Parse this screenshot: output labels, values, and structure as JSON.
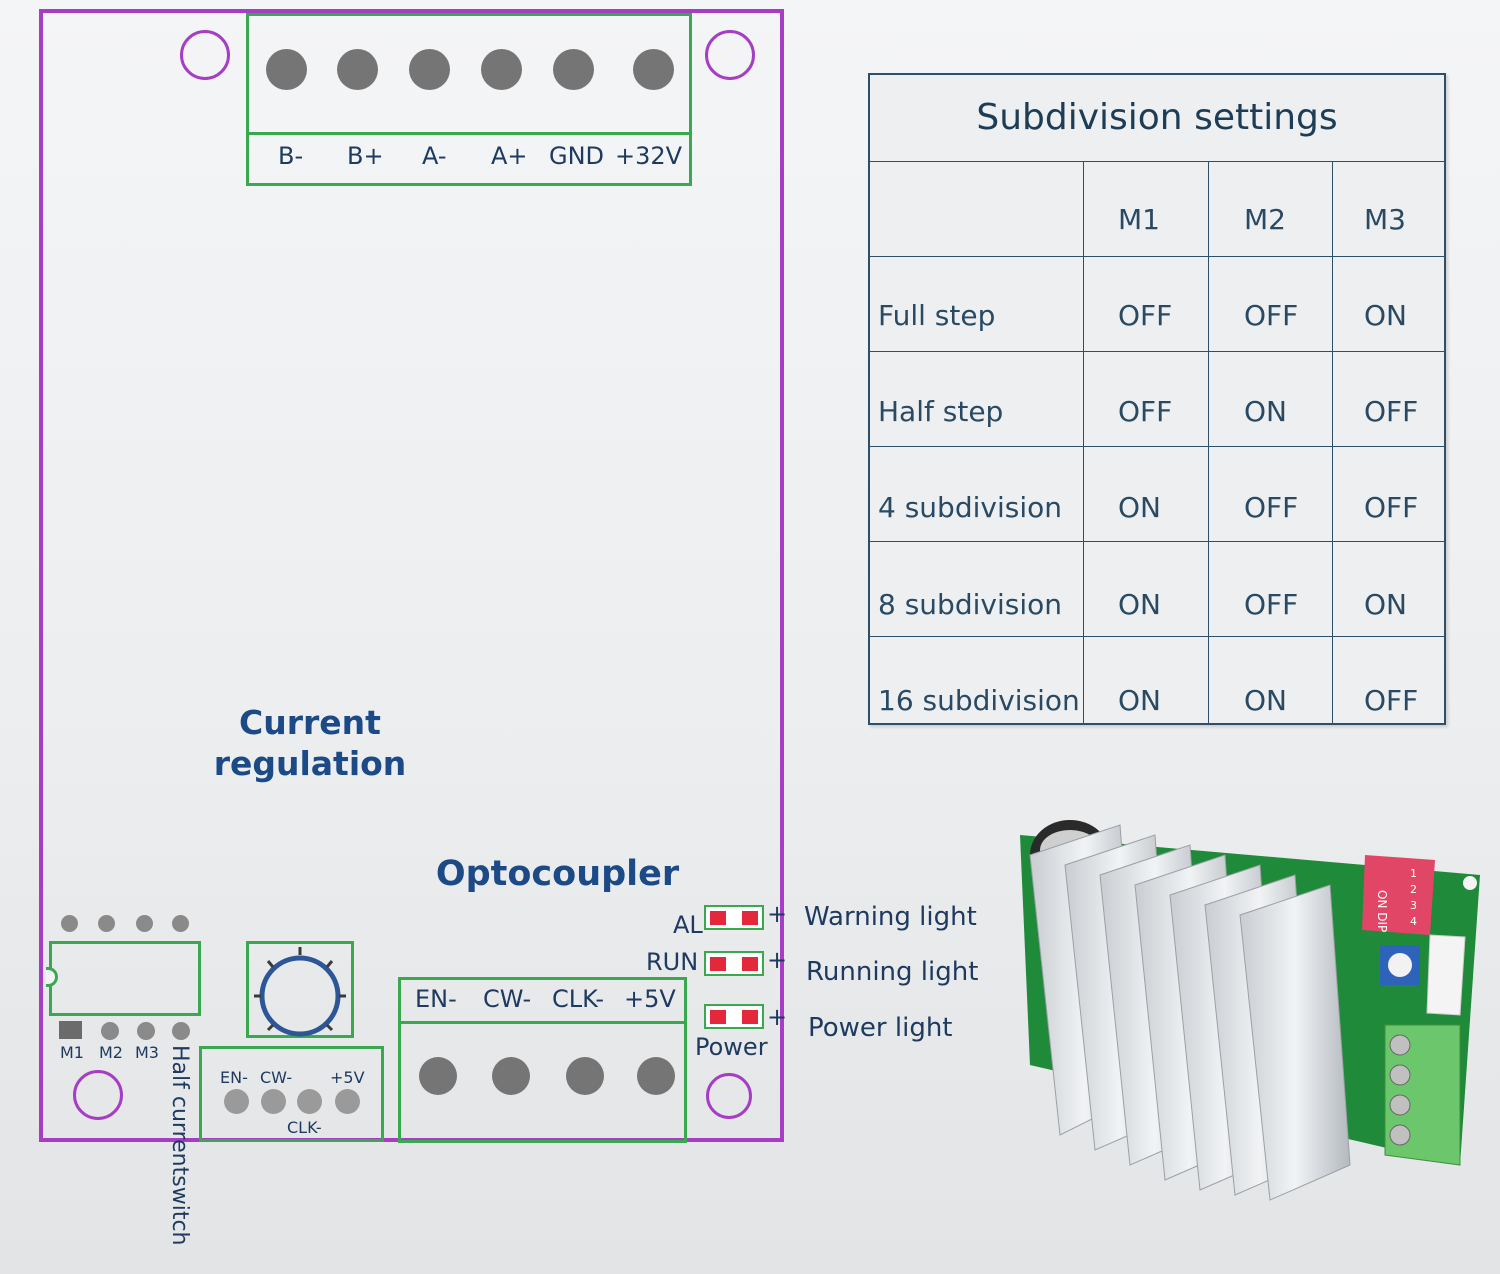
{
  "connector_top": {
    "labels": [
      "B-",
      "B+",
      "A-",
      "A+",
      "GND",
      "+32V"
    ]
  },
  "current_regulation": {
    "line1": "Current",
    "line2": "regulation"
  },
  "optocoupler": "Optocoupler",
  "dip": {
    "labels": [
      "M1",
      "M2",
      "M3"
    ],
    "half_current_1": "Half current",
    "half_current_2": "switch"
  },
  "small_connector": {
    "label_en": "EN-",
    "label_cw": "CW-",
    "label_5v": "+5V",
    "label_clk": "CLK-"
  },
  "signal_connector": {
    "labels": [
      "EN-",
      "CW-",
      "CLK-",
      "+5V"
    ]
  },
  "leds": [
    {
      "name": "AL",
      "plus": "+",
      "desc": "Warning light"
    },
    {
      "name": "RUN",
      "plus": "+",
      "desc": "Running light"
    },
    {
      "name": "Power",
      "plus": "+",
      "desc": "Power light"
    }
  ],
  "table": {
    "title": "Subdivision settings",
    "headers": [
      "",
      "M1",
      "M2",
      "M3"
    ],
    "rows": [
      {
        "label": "Full step",
        "m1": "OFF",
        "m2": "OFF",
        "m3": "ON"
      },
      {
        "label": "Half step",
        "m1": "OFF",
        "m2": "ON",
        "m3": "OFF"
      },
      {
        "label": "4 subdivision",
        "m1": "ON",
        "m2": "OFF",
        "m3": "OFF"
      },
      {
        "label": "8 subdivision",
        "m1": "ON",
        "m2": "OFF",
        "m3": "ON"
      },
      {
        "label": "16 subdivision",
        "m1": "ON",
        "m2": "ON",
        "m3": "OFF"
      }
    ]
  },
  "photo": {
    "dip_text": "ON DIP",
    "dip_numbers": [
      "1",
      "2",
      "3",
      "4"
    ]
  },
  "colors": {
    "board_outline": "#a63dc4",
    "connector": "#3aa84f",
    "led": "#e3283c",
    "title_blue": "#1b4a86",
    "table_border": "#2f4f68"
  }
}
